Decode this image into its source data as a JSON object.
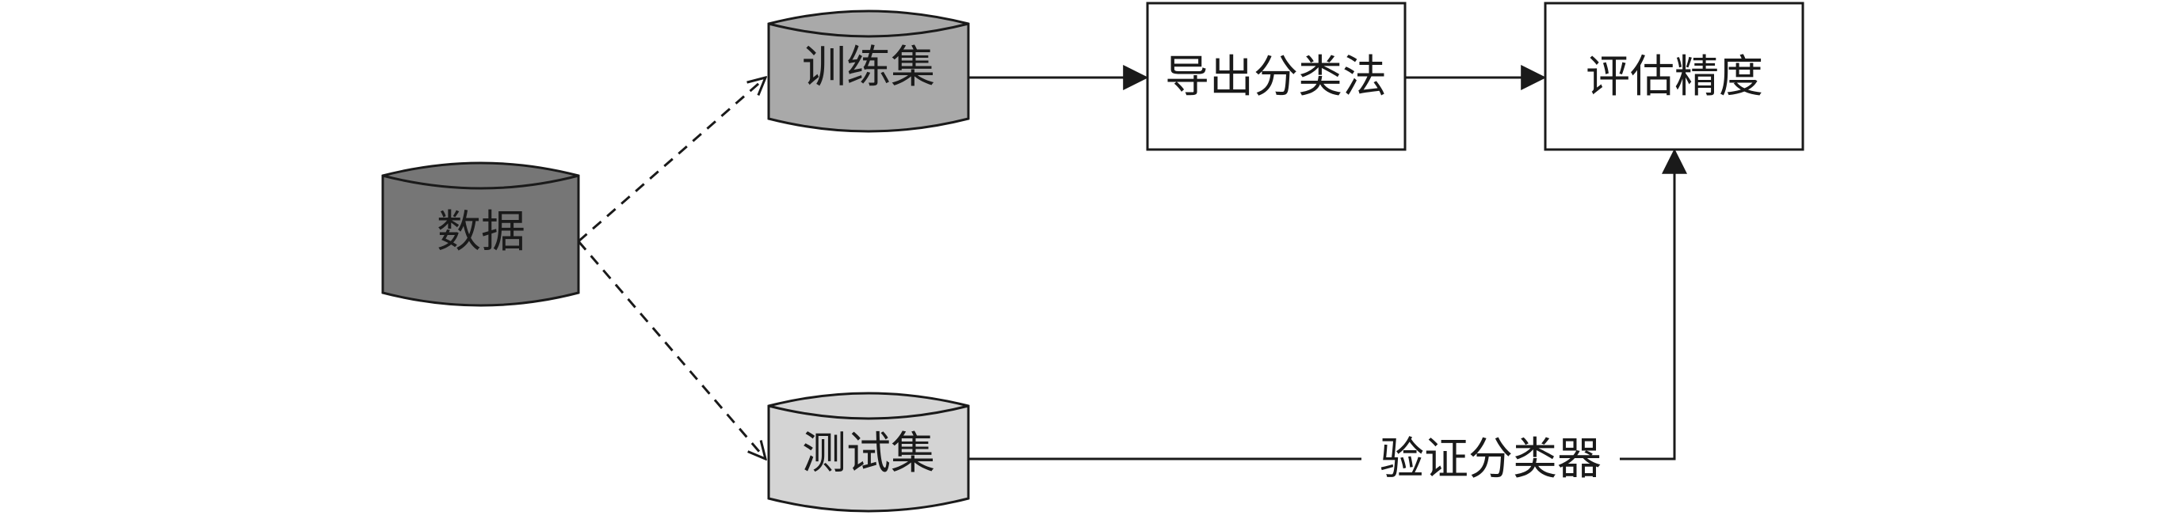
{
  "nodes": {
    "data": {
      "label": "数据",
      "fill": "#767676"
    },
    "train_set": {
      "label": "训练集",
      "fill": "#a9a9a9"
    },
    "test_set": {
      "label": "测试集",
      "fill": "#d4d4d4"
    },
    "derive_classifier": {
      "label": "导出分类法",
      "fill": "#ffffff"
    },
    "evaluate_accuracy": {
      "label": "评估精度",
      "fill": "#ffffff"
    }
  },
  "edges": {
    "validate_classifier": {
      "label": "验证分类器"
    }
  },
  "colors": {
    "stroke": "#1a1a1a",
    "background": "#ffffff"
  }
}
